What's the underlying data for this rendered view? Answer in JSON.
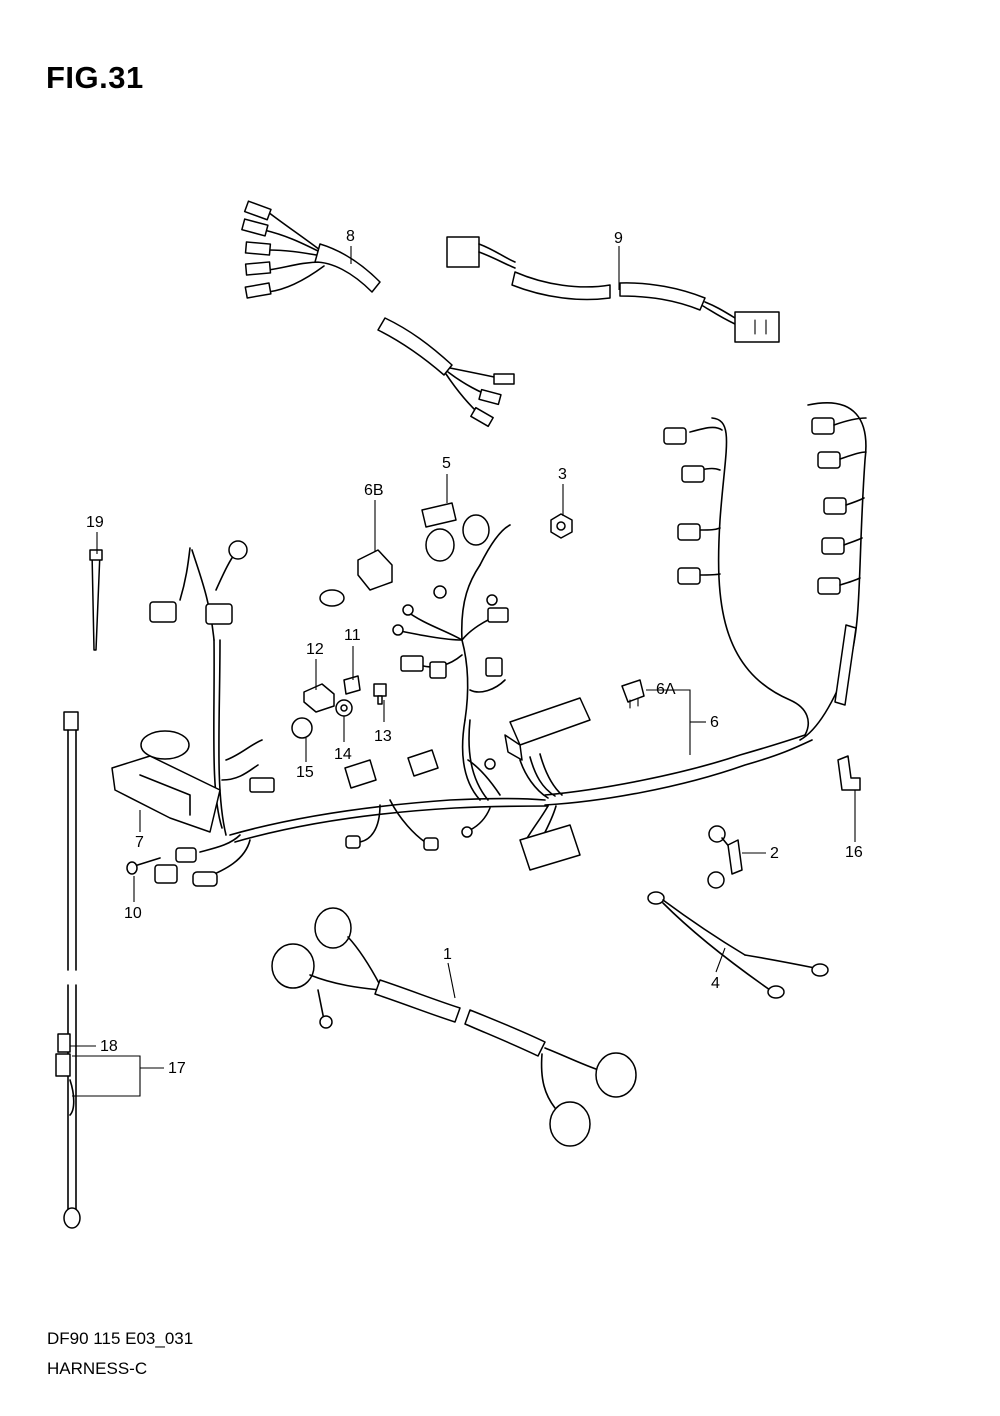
{
  "figure": {
    "title": "FIG.31"
  },
  "footer": {
    "code": "DF90 115 E03_031",
    "name": "HARNESS-C"
  },
  "callouts": [
    "1",
    "2",
    "3",
    "4",
    "5",
    "6",
    "6A",
    "6B",
    "7",
    "8",
    "9",
    "10",
    "11",
    "12",
    "13",
    "14",
    "15",
    "16",
    "17",
    "18",
    "19"
  ]
}
